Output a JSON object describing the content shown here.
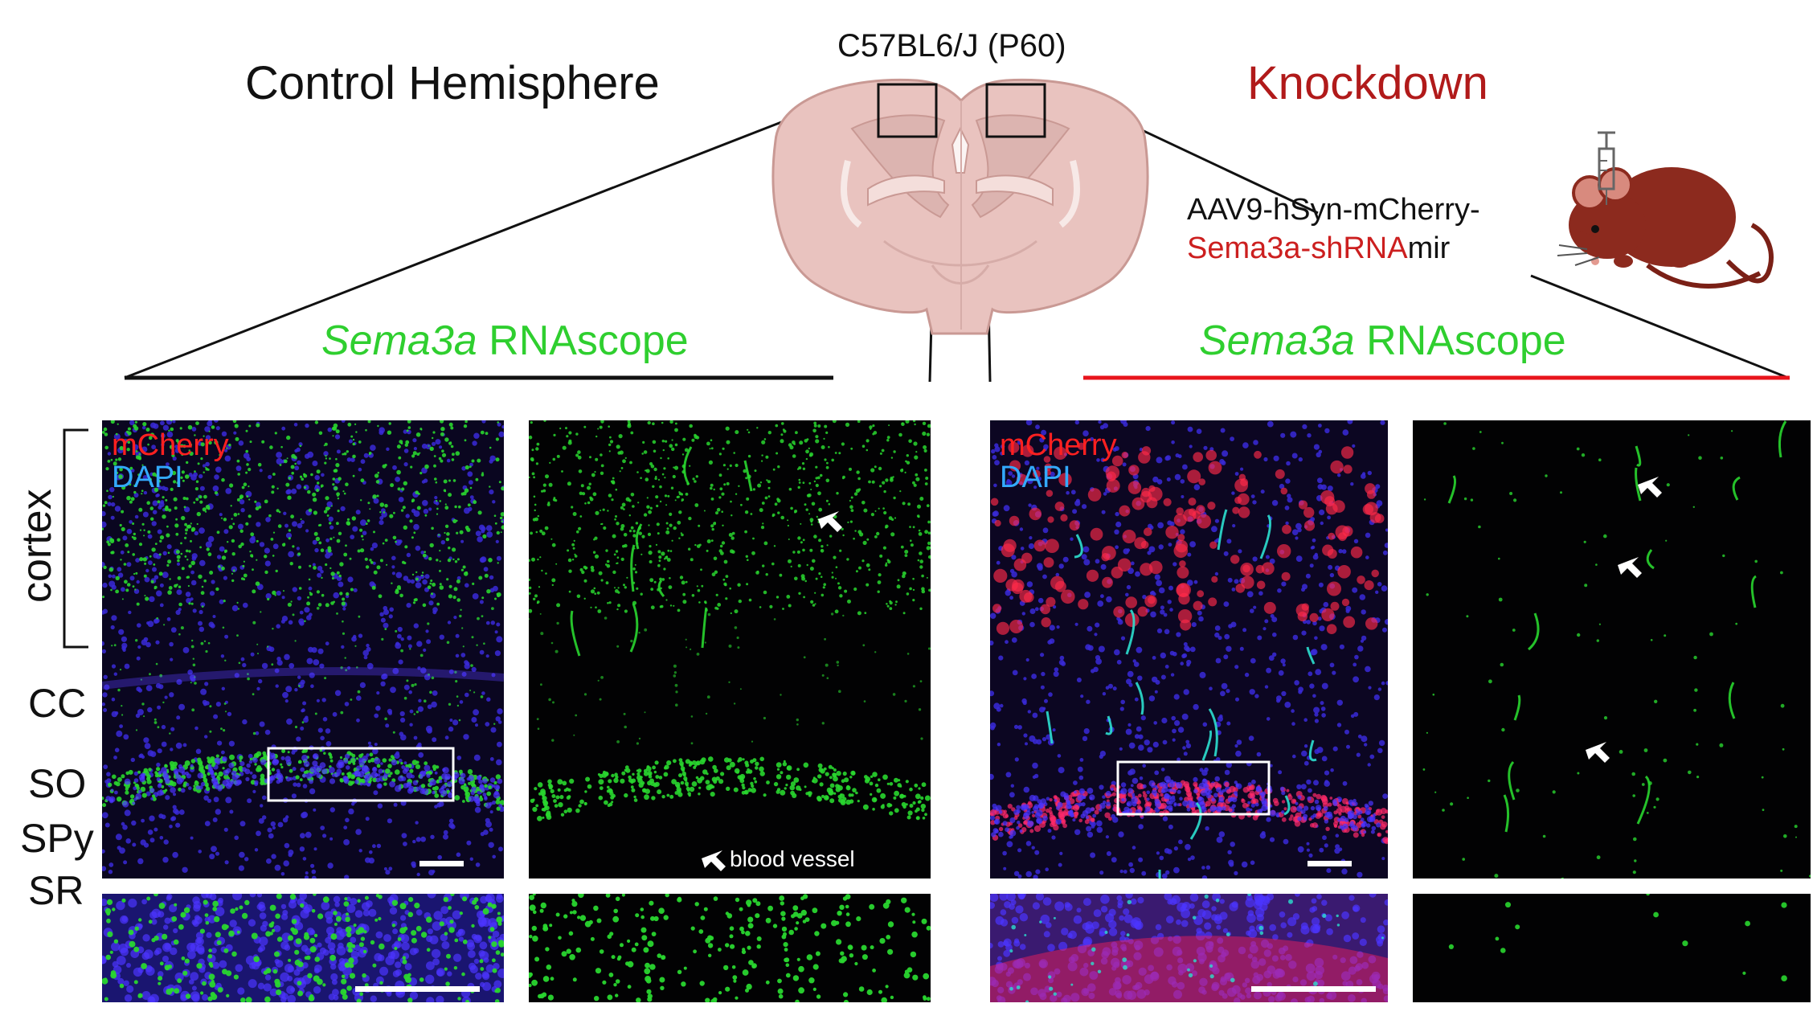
{
  "figure": {
    "strain_label": "C57BL6/J (P60)",
    "control_title": "Control Hemisphere",
    "knockdown_title": "Knockdown",
    "rnascope_left": {
      "gene": "Sema3a",
      "suffix": " RNAscope"
    },
    "rnascope_right": {
      "gene": "Sema3a",
      "suffix": " RNAscope"
    },
    "virus": {
      "line1": "AAV9-hSyn-mCherry-",
      "line2_red": "Sema3a-shRNA",
      "line2_black": "mir"
    },
    "regions": [
      "cortex",
      "CC",
      "SO",
      "SPy",
      "SR"
    ],
    "channels": {
      "mcherry": "mCherry",
      "dapi": "DAPI"
    },
    "annotation": "blood vessel"
  },
  "colors": {
    "knockdown_red": "#b11a1a",
    "rnascope_green": "#2fcf2f",
    "mcherry_red": "#ff2020",
    "dapi_blue": "#33aaff",
    "divider_red": "#e8141c",
    "brain_fill": "#e9c3bf",
    "mouse_body": "#8c2a1e"
  },
  "icons": [
    "brain-section-icon",
    "mouse-injection-icon",
    "arrowhead-icon",
    "scale-bar"
  ]
}
